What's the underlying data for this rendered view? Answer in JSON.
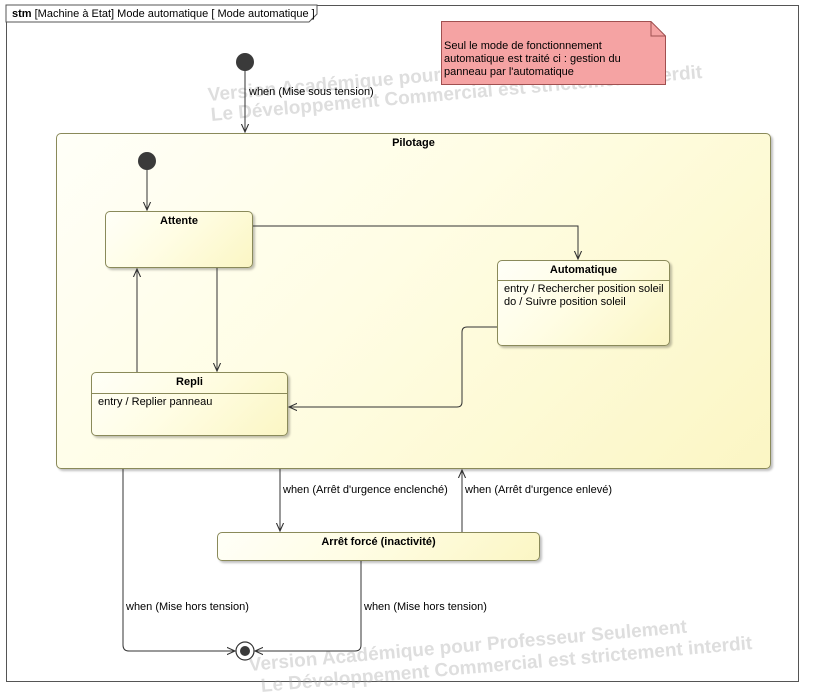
{
  "frame": {
    "kind": "stm",
    "title": "[Machine à Etat]  Mode automatique [  Mode automatique  ]"
  },
  "note": {
    "text": "Seul le mode de fonctionnement automatique est traité ci : gestion du panneau par l'automatique",
    "color": "#f08c8c"
  },
  "watermarks": [
    "Version Académique pour Professeur Seulement",
    "Le Développement Commercial est strictement interdit"
  ],
  "states": {
    "pilotage": {
      "name": "Pilotage"
    },
    "attente": {
      "name": "Attente"
    },
    "automatique": {
      "name": "Automatique",
      "entry": "entry / Rechercher position soleil",
      "do": "do / Suivre position soleil"
    },
    "repli": {
      "name": "Repli",
      "entry": "entry / Replier panneau"
    },
    "arret_force": {
      "name": "Arrêt forcé (inactivité)"
    }
  },
  "transitions": {
    "initial_to_pilotage": "when (Mise sous tension)",
    "pilotage_to_arret": "when (Arrêt d'urgence enclenché)",
    "arret_to_pilotage": "when (Arrêt d'urgence enlevé)",
    "pilotage_to_final": "when (Mise hors tension)",
    "arret_to_final": "when (Mise hors tension)"
  }
}
